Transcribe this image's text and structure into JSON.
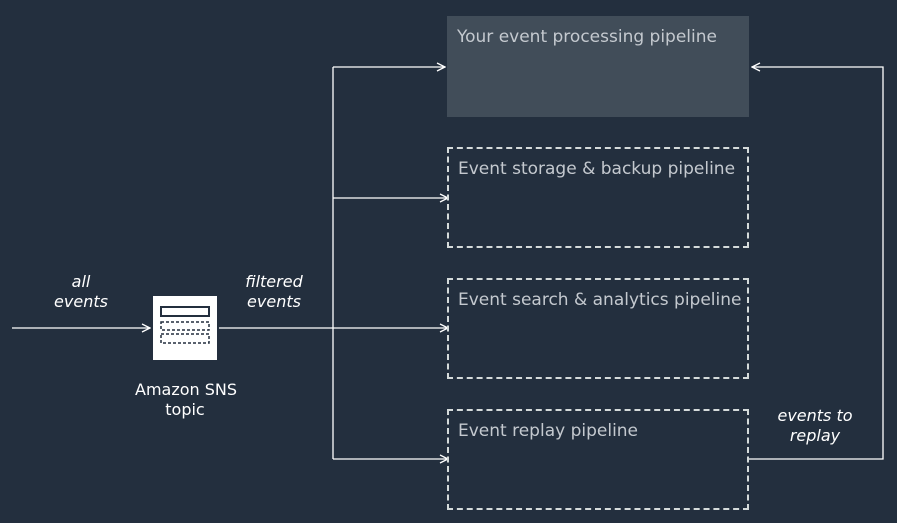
{
  "pipelines": [
    {
      "label": "Your event processing pipeline",
      "style": "solid"
    },
    {
      "label": "Event storage & backup pipeline",
      "style": "dashed"
    },
    {
      "label": "Event search & analytics pipeline",
      "style": "dashed"
    },
    {
      "label": "Event replay pipeline",
      "style": "dashed"
    }
  ],
  "sns_topic": {
    "line1": "Amazon SNS",
    "line2": "topic",
    "icon": "sns-topic-icon"
  },
  "edge_labels": {
    "input": {
      "line1": "all",
      "line2": "events"
    },
    "output": {
      "line1": "filtered",
      "line2": "events"
    },
    "replay": {
      "line1": "events to",
      "line2": "replay"
    }
  },
  "colors": {
    "background": "#232f3e",
    "solid_box": "#414d59",
    "line": "#ffffff",
    "box_text": "#c4c9cf",
    "dashed_border": "#d5dbdb"
  }
}
